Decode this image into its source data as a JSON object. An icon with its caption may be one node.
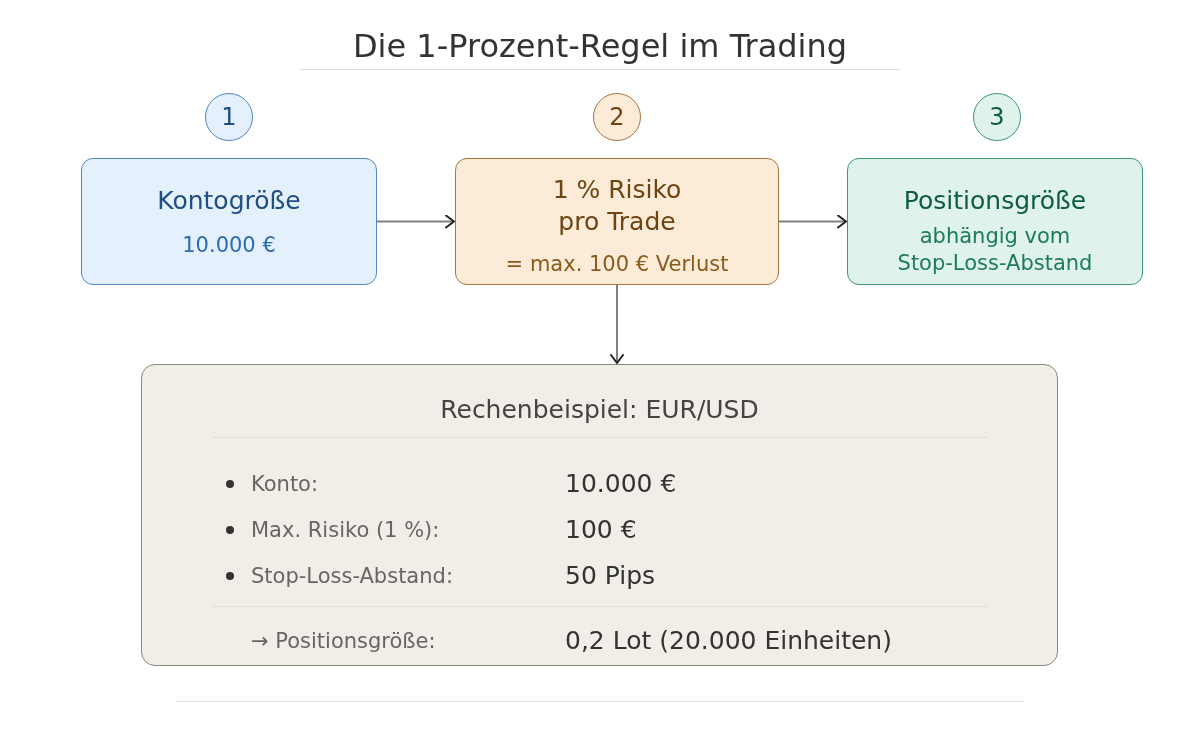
{
  "diagram": {
    "title": "Die 1-Prozent-Regel im Trading",
    "nodes": [
      {
        "text": [
          "1"
        ]
      },
      {
        "text": [
          "2"
        ]
      },
      {
        "text": [
          "3"
        ]
      },
      {
        "text": [
          "Kontogröße",
          "10.000 €"
        ]
      },
      {
        "text": [
          "1 % Risiko pro Trade",
          "= max. 100 € Verlust"
        ]
      },
      {
        "text": [
          "Positionsgröße",
          "abhängig vom Stop-Loss-Abstand"
        ]
      },
      {
        "text": [
          "Rechenbeispiel: EUR/USD",
          "Konto:",
          "10.000 €",
          "Max. Risiko (1 %):",
          "100 €",
          "Stop-Loss-Abstand:",
          "50 Pips",
          "→ Positionsgröße:",
          "0,2 Lot (20.000 Einheiten)"
        ]
      }
    ],
    "edges": [
      {
        "from": 3,
        "to": 4,
        "arrow": "to"
      },
      {
        "from": 4,
        "to": 5,
        "arrow": "to"
      },
      {
        "from": 4,
        "to": 6,
        "arrow": "to"
      }
    ]
  }
}
